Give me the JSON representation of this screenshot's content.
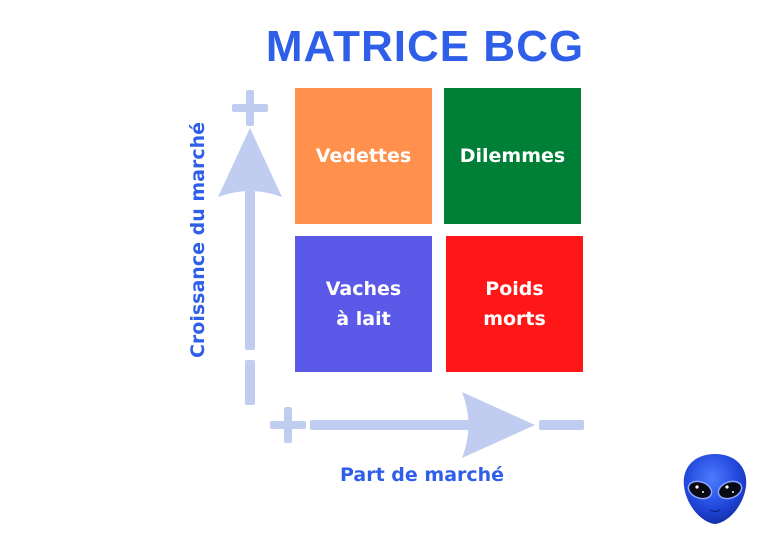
{
  "title": "MATRICE BCG",
  "axes": {
    "y_label": "Croissance du marché",
    "x_label": "Part de marché",
    "y_top_marker": "+",
    "y_bottom_marker": "-",
    "x_left_marker": "+",
    "x_right_marker": "-",
    "axis_color": "#c0cdf0"
  },
  "quadrants": [
    {
      "line1": "Vedettes",
      "line2": "",
      "color": "#ff914d",
      "position": "top-left"
    },
    {
      "line1": "Dilemmes",
      "line2": "",
      "color": "#008037",
      "position": "top-right"
    },
    {
      "line1": "Vaches",
      "line2": "à lait",
      "color": "#5b59e8",
      "position": "bottom-left"
    },
    {
      "line1": "Poids",
      "line2": "morts",
      "color": "#ff1616",
      "position": "bottom-right"
    }
  ],
  "logo": {
    "icon": "alien-head-icon"
  },
  "colors": {
    "title": "#2f5fe8",
    "labels": "#2f5fe8"
  }
}
